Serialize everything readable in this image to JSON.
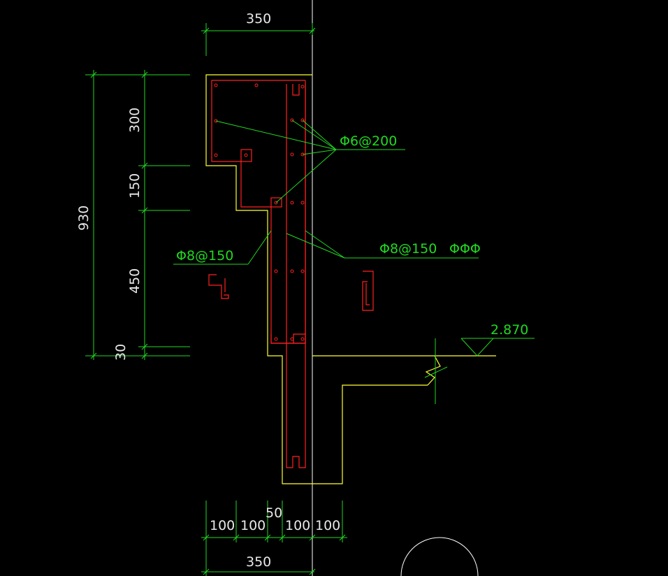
{
  "dimensions": {
    "top_width": "350",
    "bottom_width": "350",
    "overall_height": "930",
    "seg_300": "300",
    "seg_150": "150",
    "seg_450": "450",
    "seg_30": "30",
    "bottom_100a": "100",
    "bottom_100b": "100",
    "bottom_50": "50",
    "bottom_100c": "100",
    "bottom_100d": "100"
  },
  "annotations": {
    "rebar_top": "Φ6@200",
    "rebar_left": "Φ8@150",
    "rebar_right": "Φ8@150",
    "rebar_right_extra": "ΦΦΦ",
    "elevation": "2.870"
  },
  "colors": {
    "background": "#000000",
    "dimension": "#21d921",
    "concrete_outline": "#ffff33",
    "rebar": "#ff2020",
    "axis": "#ffffff"
  }
}
